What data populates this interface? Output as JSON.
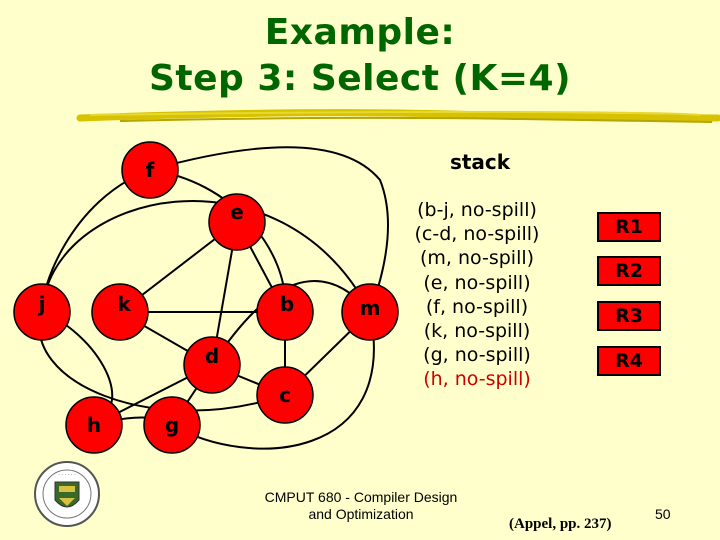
{
  "title": {
    "line1": "Example:",
    "line2": "Step 3: Select (K=4)"
  },
  "graph": {
    "nodes": [
      "f",
      "e",
      "j",
      "k",
      "b",
      "m",
      "d",
      "c",
      "h",
      "g"
    ]
  },
  "stack": {
    "label": "stack",
    "items": [
      "(b-j, no-spill)",
      "(c-d, no-spill)",
      "(m, no-spill)",
      "(e, no-spill)",
      "(f, no-spill)",
      "(k, no-spill)",
      "(g, no-spill)",
      "(h, no-spill)"
    ]
  },
  "registers": [
    "R1",
    "R2",
    "R3",
    "R4"
  ],
  "colors": {
    "title": "#006600",
    "node_fill": "#ff0000",
    "register_fill": "#ff0000",
    "background": "#ffffcc",
    "highlight_text": "#cc0000"
  },
  "footer": {
    "course_line1": "CMPUT 680 - Compiler Design",
    "course_line2": "and Optimization",
    "citation": "(Appel, pp. 237)",
    "page_number": "50"
  },
  "logo": {
    "name": "university-crest"
  }
}
